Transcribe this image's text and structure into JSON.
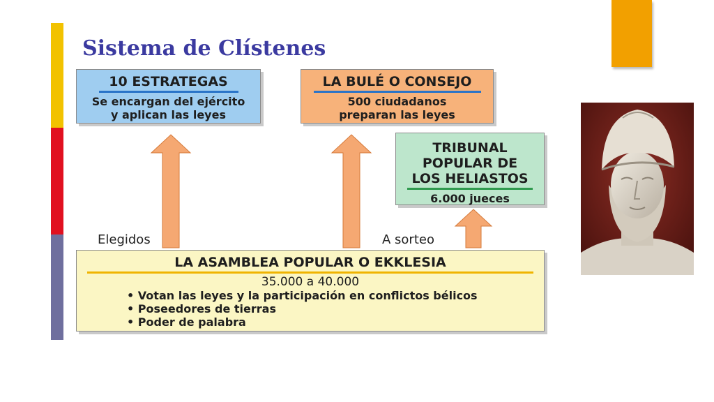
{
  "slide": {
    "title": "Sistema de Clístenes",
    "accent_colors": {
      "bar_top": "#f2c200",
      "bar_mid": "#e11020",
      "bar_bottom": "#6f6f9e",
      "square": "#f2a000"
    }
  },
  "boxes": {
    "estrategas": {
      "title": "10 ESTRATEGAS",
      "lines": [
        "Se encargan del ejército",
        "y aplican las leyes"
      ],
      "color": "#9fcdf0"
    },
    "bule": {
      "title": "LA BULÉ O CONSEJO",
      "lines": [
        "500 ciudadanos",
        "preparan las leyes"
      ],
      "color": "#f7b27a"
    },
    "tribunal": {
      "title_lines": [
        "TRIBUNAL",
        "POPULAR DE",
        "LOS HELIASTOS"
      ],
      "sub": "6.000 jueces",
      "color": "#bde6cc"
    },
    "asamblea": {
      "title": "LA ASAMBLEA POPULAR O EKKLESIA",
      "count": "35.000 a 40.000",
      "bullets": [
        "• Votan las leyes y la participación en conflictos bélicos",
        "• Poseedores de tierras",
        "• Poder de palabra"
      ],
      "color": "#fbf6c4"
    }
  },
  "labels": {
    "elegidos": "Elegidos",
    "sorteo": "A sorteo"
  },
  "arrow_color": "#f5a872",
  "portrait": {
    "icon": "pericles-bust-icon"
  }
}
